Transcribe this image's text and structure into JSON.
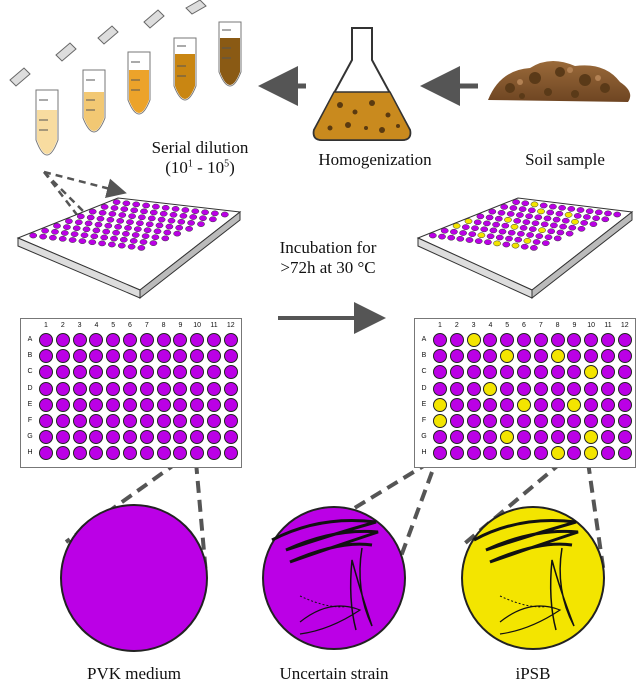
{
  "labels": {
    "serial_dilution": "Serial dilution",
    "dilution_base1": "10",
    "dilution_exp1": "1",
    "dilution_sep": " - ",
    "dilution_base2": "10",
    "dilution_exp2": "5",
    "homogenization": "Homogenization",
    "soil_sample": "Soil sample",
    "incubation_line1": "Incubation for",
    "incubation_line2": ">72h at 30 °C",
    "pvk_medium": "PVK medium",
    "uncertain_strain": "Uncertain strain",
    "ipsb": "iPSB"
  },
  "plate": {
    "columns": [
      "1",
      "2",
      "3",
      "4",
      "5",
      "6",
      "7",
      "8",
      "9",
      "10",
      "11",
      "12"
    ],
    "rows": [
      "A",
      "B",
      "C",
      "D",
      "E",
      "F",
      "G",
      "H"
    ],
    "yellow_wells_after": [
      [
        0,
        2
      ],
      [
        1,
        4
      ],
      [
        1,
        7
      ],
      [
        2,
        9
      ],
      [
        3,
        3
      ],
      [
        4,
        0
      ],
      [
        4,
        5
      ],
      [
        4,
        8
      ],
      [
        5,
        0
      ],
      [
        6,
        4
      ],
      [
        6,
        9
      ],
      [
        7,
        7
      ],
      [
        7,
        9
      ]
    ]
  },
  "colors": {
    "purple": "#bb00e6",
    "yellow": "#f3e500",
    "arrow": "#555555"
  }
}
